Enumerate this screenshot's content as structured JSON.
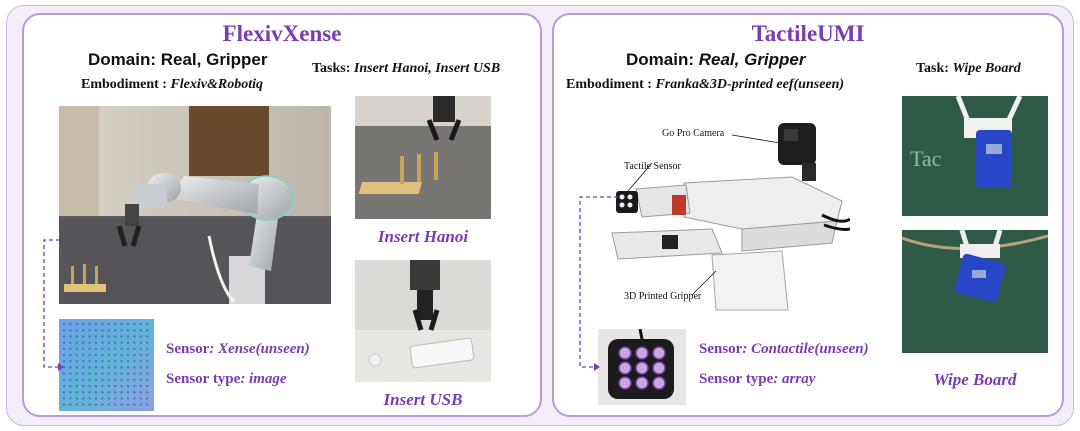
{
  "left_panel": {
    "title": "FlexivXense",
    "domain_label": "Domain:",
    "domain_value": "Real, Gripper",
    "embodiment_label": "Embodiment :",
    "embodiment_value": "Flexiv&Robotiq",
    "tasks_label": "Tasks:",
    "tasks_value": "Insert Hanoi, Insert USB",
    "captions": [
      "Insert Hanoi",
      "Insert USB"
    ],
    "sensor_label": "Sensor",
    "sensor_value": ": Xense(unseen)",
    "sensor_type_label": "Sensor type",
    "sensor_type_value": ": image"
  },
  "right_panel": {
    "title": "TactileUMI",
    "domain_label": "Domain:",
    "domain_value": "Real, Gripper",
    "embodiment_label": "Embodiment :",
    "embodiment_value": "Franka&3D-printed eef(unseen)",
    "task_label": "Task:",
    "task_value": "Wipe Board",
    "caption": "Wipe Board",
    "callouts": {
      "camera": "Go Pro Camera",
      "tactile": "Tactile Sensor",
      "gripper": "3D Printed Gripper"
    },
    "sensor_label": "Sensor",
    "sensor_value": ": Contactile(unseen)",
    "sensor_type_label": "Sensor type",
    "sensor_type_value": ": array"
  },
  "colors": {
    "accent_purple": "#7b3bb2",
    "panel_border": "#b79ae0",
    "outer_background": "#f2edf8",
    "board_green": "#2f5a48",
    "gripper_blue": "#2747c8"
  }
}
